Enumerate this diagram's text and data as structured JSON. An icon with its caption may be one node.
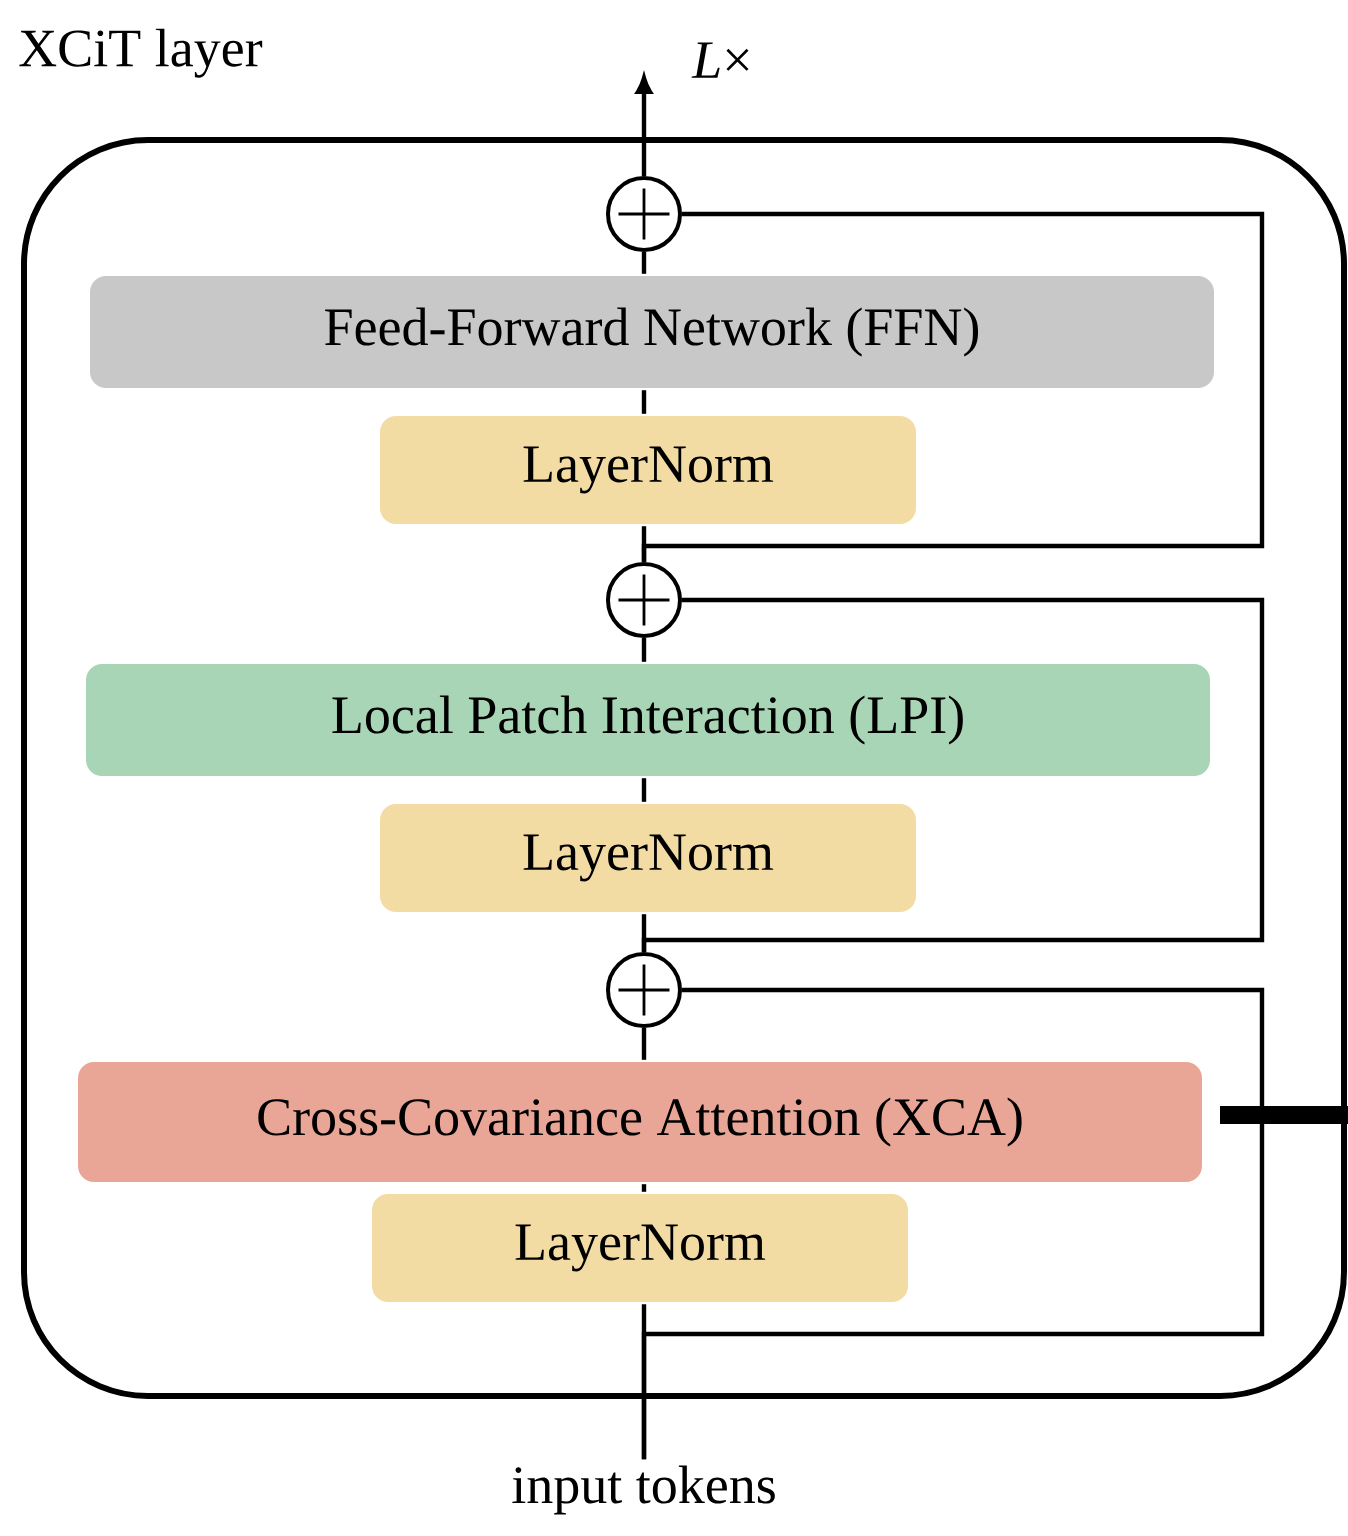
{
  "diagram": {
    "nodes": [
      {
        "text": [
          "XCiT layer"
        ]
      },
      {
        "text": [],
        "shape": "circle",
        "in": 0
      },
      {
        "text": [
          "Feed-Forward Network (FFN)"
        ],
        "in": 0
      },
      {
        "text": [
          "LayerNorm"
        ],
        "in": 0
      },
      {
        "text": [],
        "shape": "circle",
        "in": 0
      },
      {
        "text": [
          "Local Patch Interaction (LPI)"
        ],
        "in": 0
      },
      {
        "text": [
          "LayerNorm"
        ],
        "in": 0
      },
      {
        "text": [],
        "shape": "circle",
        "in": 0
      },
      {
        "text": [
          "Cross-Covariance Attention (XCA)"
        ],
        "in": 0
      },
      {
        "text": [
          "LayerNorm"
        ],
        "in": 0
      },
      {
        "text": [
          "input tokens"
        ]
      }
    ],
    "edges": [
      {
        "from": 10,
        "to": 9,
        "arrow": "none"
      },
      {
        "from": 9,
        "to": 8,
        "arrow": "none"
      },
      {
        "from": 8,
        "to": 7,
        "arrow": "none"
      },
      {
        "from": 10,
        "to": 7,
        "arrow": "none"
      },
      {
        "from": 7,
        "to": 6,
        "arrow": "none"
      },
      {
        "from": 6,
        "to": 5,
        "arrow": "none"
      },
      {
        "from": 5,
        "to": 4,
        "arrow": "none"
      },
      {
        "from": 7,
        "to": 4,
        "arrow": "none"
      },
      {
        "from": 4,
        "to": 3,
        "arrow": "none"
      },
      {
        "from": 3,
        "to": 2,
        "arrow": "none"
      },
      {
        "from": 2,
        "to": 1,
        "arrow": "none"
      },
      {
        "from": 4,
        "to": 1,
        "arrow": "none"
      },
      {
        "from": 1,
        "to": null,
        "arrow": "to"
      }
    ],
    "labels": [
      "*L*×"
    ]
  }
}
